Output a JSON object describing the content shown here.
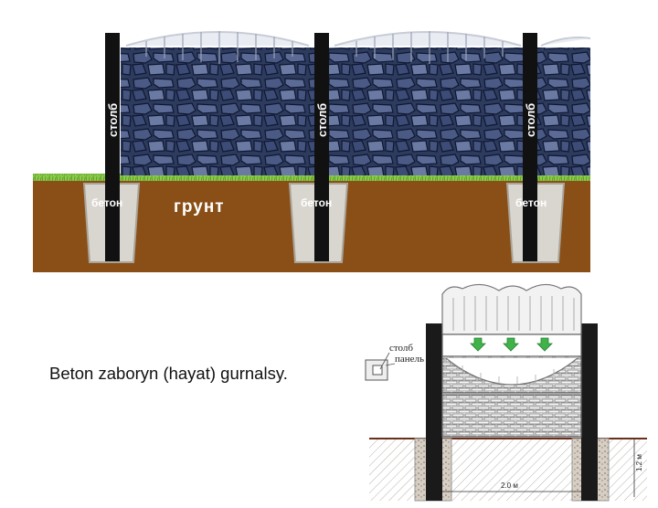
{
  "top_diagram": {
    "post_label": "столб",
    "concrete_label": "бетон",
    "soil_label": "грунт"
  },
  "caption": "Beton zaboryn (hayat) gurnalsy.",
  "bottom_diagram": {
    "post_label": "столб",
    "panel_label": "панель",
    "width_label": "2.0 м",
    "depth_label": "1.2 м"
  },
  "colors": {
    "soil": "#8a4f16",
    "stone_wall": "#2f3f63",
    "post": "#111111",
    "grass": "#7fbf3f",
    "arrow": "#3fb34a"
  }
}
